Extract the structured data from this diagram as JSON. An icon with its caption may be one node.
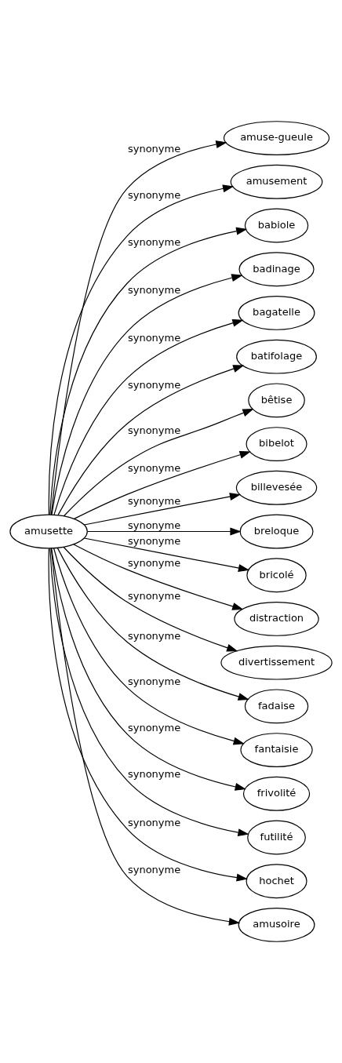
{
  "diagram": {
    "nodes": [
      {
        "text": [
          "amusette"
        ]
      },
      {
        "text": [
          "amuse-gueule"
        ]
      },
      {
        "text": [
          "amusement"
        ]
      },
      {
        "text": [
          "babiole"
        ]
      },
      {
        "text": [
          "badinage"
        ]
      },
      {
        "text": [
          "bagatelle"
        ]
      },
      {
        "text": [
          "batifolage"
        ]
      },
      {
        "text": [
          "bêtise"
        ]
      },
      {
        "text": [
          "bibelot"
        ]
      },
      {
        "text": [
          "billevesée"
        ]
      },
      {
        "text": [
          "breloque"
        ]
      },
      {
        "text": [
          "bricolé"
        ]
      },
      {
        "text": [
          "distraction"
        ]
      },
      {
        "text": [
          "divertissement"
        ]
      },
      {
        "text": [
          "fadaise"
        ]
      },
      {
        "text": [
          "fantaisie"
        ]
      },
      {
        "text": [
          "frivolité"
        ]
      },
      {
        "text": [
          "futilité"
        ]
      },
      {
        "text": [
          "hochet"
        ]
      },
      {
        "text": [
          "amusoire"
        ]
      }
    ],
    "edges": [
      {
        "from": 0,
        "to": 1,
        "arrow": "to",
        "label": "synonyme"
      },
      {
        "from": 0,
        "to": 2,
        "arrow": "to",
        "label": "synonyme"
      },
      {
        "from": 0,
        "to": 3,
        "arrow": "to",
        "label": "synonyme"
      },
      {
        "from": 0,
        "to": 4,
        "arrow": "to",
        "label": "synonyme"
      },
      {
        "from": 0,
        "to": 5,
        "arrow": "to",
        "label": "synonyme"
      },
      {
        "from": 0,
        "to": 6,
        "arrow": "to",
        "label": "synonyme"
      },
      {
        "from": 0,
        "to": 7,
        "arrow": "to",
        "label": "synonyme"
      },
      {
        "from": 0,
        "to": 8,
        "arrow": "to",
        "label": "synonyme"
      },
      {
        "from": 0,
        "to": 9,
        "arrow": "to",
        "label": "synonyme"
      },
      {
        "from": 0,
        "to": 10,
        "arrow": "to",
        "label": "synonyme"
      },
      {
        "from": 0,
        "to": 11,
        "arrow": "to",
        "label": "synonyme"
      },
      {
        "from": 0,
        "to": 12,
        "arrow": "to",
        "label": "synonyme"
      },
      {
        "from": 0,
        "to": 13,
        "arrow": "to",
        "label": "synonyme"
      },
      {
        "from": 0,
        "to": 14,
        "arrow": "to",
        "label": "synonyme"
      },
      {
        "from": 0,
        "to": 15,
        "arrow": "to",
        "label": "synonyme"
      },
      {
        "from": 0,
        "to": 16,
        "arrow": "to",
        "label": "synonyme"
      },
      {
        "from": 0,
        "to": 17,
        "arrow": "to",
        "label": "synonyme"
      },
      {
        "from": 0,
        "to": 18,
        "arrow": "to",
        "label": "synonyme"
      },
      {
        "from": 0,
        "to": 19,
        "arrow": "to",
        "label": "synonyme"
      }
    ]
  }
}
